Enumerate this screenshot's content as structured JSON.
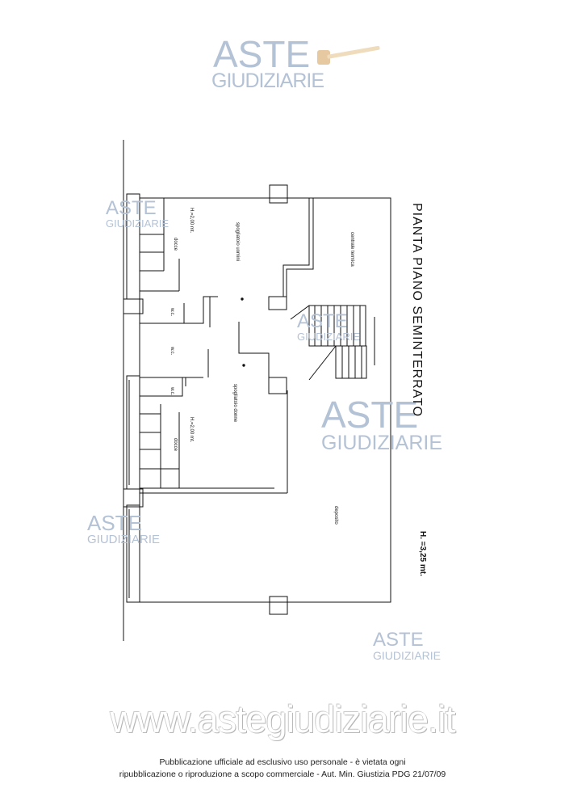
{
  "watermark": {
    "brand_line1": "ASTE",
    "brand_line2": "GIUDIZIARIE"
  },
  "plan": {
    "title": "PIANTA  PIANO  SEMINTERRATO",
    "height_note": "H.  =3,25  mt.",
    "rooms": {
      "spogliatoio_uomini": "spogliatoio uomini",
      "spogliatoio_donne": "spogliatoio donne",
      "centrale_termica": "centrale termica",
      "deposito": "deposito",
      "docce_top": "docce",
      "docce_bottom": "docce",
      "wc_1": "w.c.",
      "wc_2": "w.c.",
      "wc_3": "w.c.",
      "h_top": "H.=2,00 mt.",
      "h_bottom": "H.=2,00 mt."
    }
  },
  "site_url": "www.astegiudiziarie.it",
  "footer": {
    "line1": "Pubblicazione ufficiale ad esclusivo uso personale - è vietata ogni",
    "line2": "ripubblicazione o riproduzione a scopo commerciale - Aut. Min. Giustizia PDG 21/07/09"
  }
}
